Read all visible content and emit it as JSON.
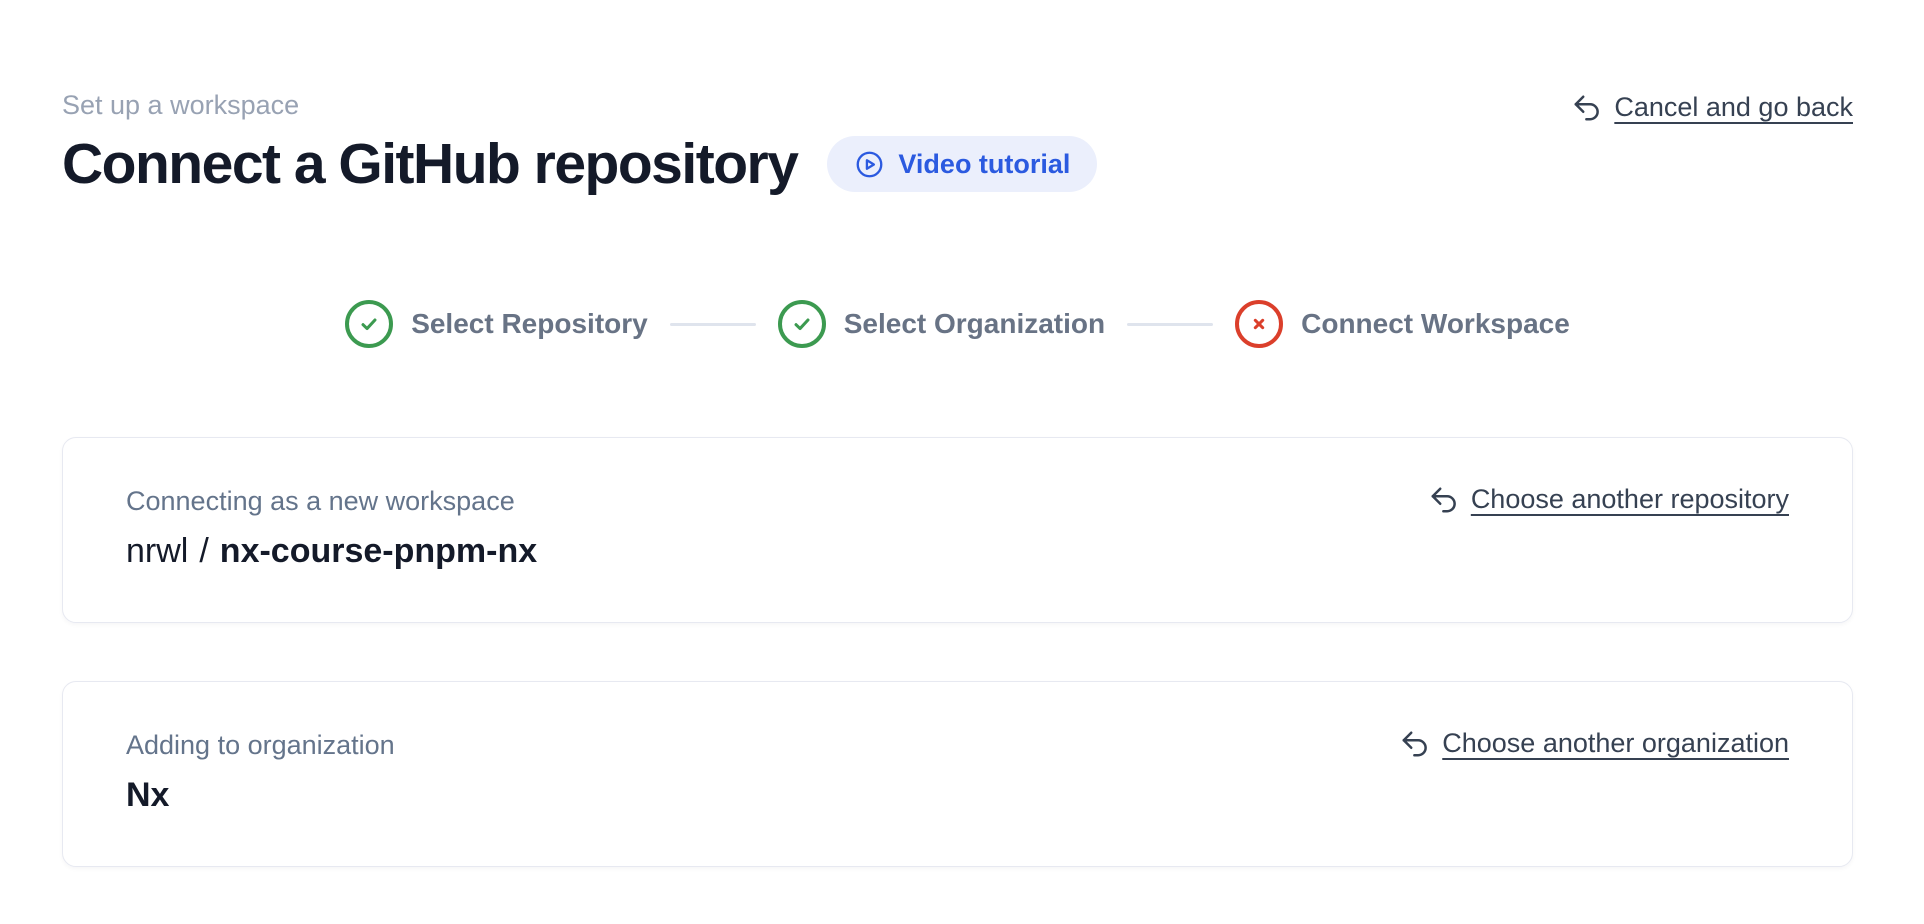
{
  "page": {
    "eyebrow": "Set up a workspace",
    "title": "Connect a GitHub repository"
  },
  "actions": {
    "video_tutorial": "Video tutorial",
    "cancel": "Cancel and go back"
  },
  "stepper": {
    "steps": [
      {
        "label": "Select Repository",
        "status": "complete"
      },
      {
        "label": "Select Organization",
        "status": "complete"
      },
      {
        "label": "Connect Workspace",
        "status": "error"
      }
    ]
  },
  "repository_card": {
    "label": "Connecting as a new workspace",
    "owner": "nrwl",
    "separator": "/",
    "repo_name": "nx-course-pnpm-nx",
    "change_link": "Choose another repository"
  },
  "organization_card": {
    "label": "Adding to organization",
    "name": "Nx",
    "change_link": "Choose another organization"
  },
  "icons": {
    "back": "undo-arrow",
    "video": "play-circle",
    "step_complete": "check-circle",
    "step_error": "x-circle"
  },
  "colors": {
    "accent_blue": "#2b5ae0",
    "accent_blue_bg": "#ebeffc",
    "success_green": "#3c9a50",
    "error_red": "#db3f2b",
    "connector_gray": "#dfe4ed",
    "muted_slate": "#64748b",
    "heading_navy": "#141a29"
  }
}
